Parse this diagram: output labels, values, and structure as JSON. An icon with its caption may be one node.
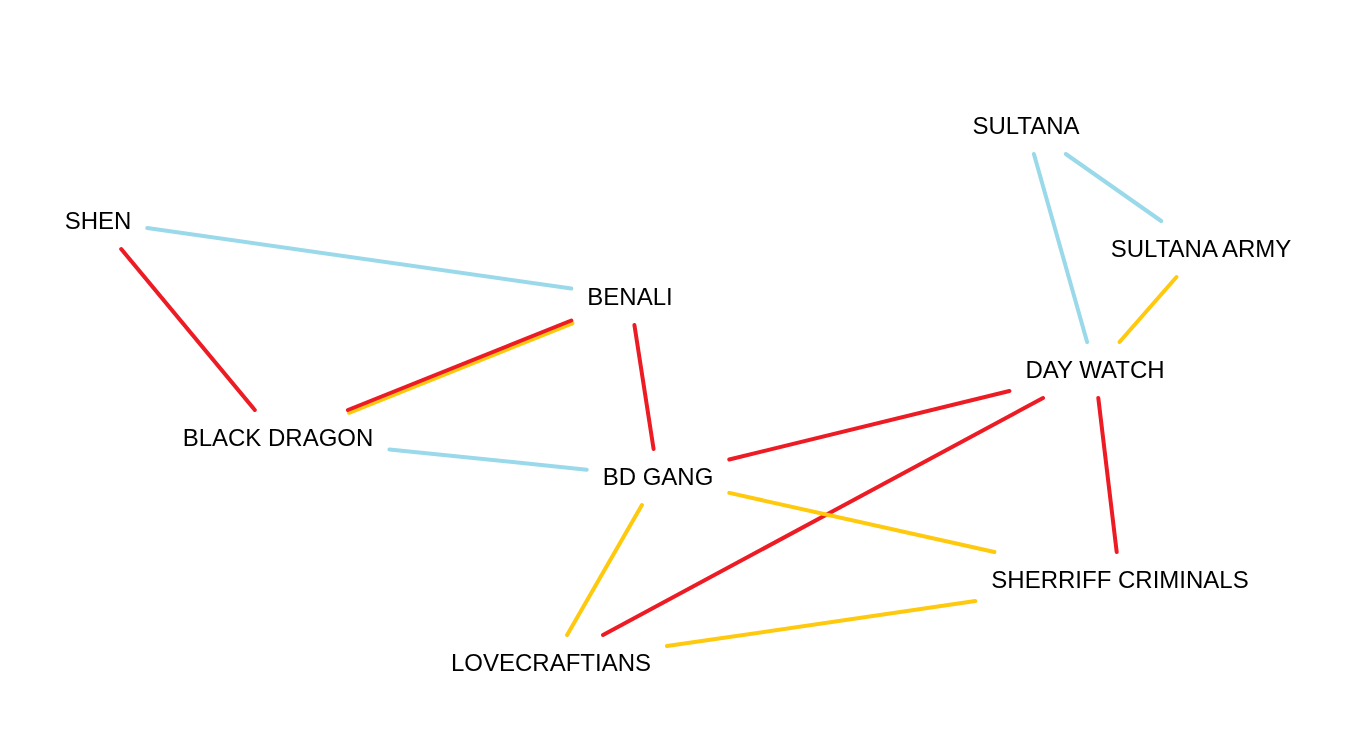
{
  "diagram": {
    "nodes": [
      {
        "text": [
          "SHEN"
        ]
      },
      {
        "text": [
          "SULTANA"
        ]
      },
      {
        "text": [
          "SULTANA ARMY"
        ]
      },
      {
        "text": [
          "BENALI"
        ]
      },
      {
        "text": [
          "DAY WATCH"
        ]
      },
      {
        "text": [
          "BLACK DRAGON"
        ]
      },
      {
        "text": [
          "BD GANG"
        ]
      },
      {
        "text": [
          "SHERRIFF CRIMINALS"
        ]
      },
      {
        "text": [
          "LOVECRAFTIANS"
        ]
      }
    ],
    "edges": [
      {
        "from": 0,
        "to": 3,
        "arrow": "none",
        "color": "#99d9ea"
      },
      {
        "from": 0,
        "to": 5,
        "arrow": "none",
        "color": "#ed1c24"
      },
      {
        "from": 3,
        "to": 5,
        "arrow": "none",
        "color": "#ffc90e"
      },
      {
        "from": 3,
        "to": 5,
        "arrow": "none",
        "color": "#ed1c24"
      },
      {
        "from": 3,
        "to": 6,
        "arrow": "none",
        "color": "#ed1c24"
      },
      {
        "from": 5,
        "to": 6,
        "arrow": "none",
        "color": "#99d9ea"
      },
      {
        "from": 1,
        "to": 4,
        "arrow": "none",
        "color": "#99d9ea"
      },
      {
        "from": 1,
        "to": 2,
        "arrow": "none",
        "color": "#99d9ea"
      },
      {
        "from": 2,
        "to": 4,
        "arrow": "none",
        "color": "#ffc90e"
      },
      {
        "from": 6,
        "to": 4,
        "arrow": "none",
        "color": "#ed1c24"
      },
      {
        "from": 4,
        "to": 8,
        "arrow": "none",
        "color": "#ed1c24"
      },
      {
        "from": 4,
        "to": 7,
        "arrow": "none",
        "color": "#ed1c24"
      },
      {
        "from": 6,
        "to": 8,
        "arrow": "none",
        "color": "#ffc90e"
      },
      {
        "from": 6,
        "to": 7,
        "arrow": "none",
        "color": "#ffc90e"
      },
      {
        "from": 8,
        "to": 7,
        "arrow": "none",
        "color": "#ffc90e"
      }
    ]
  }
}
